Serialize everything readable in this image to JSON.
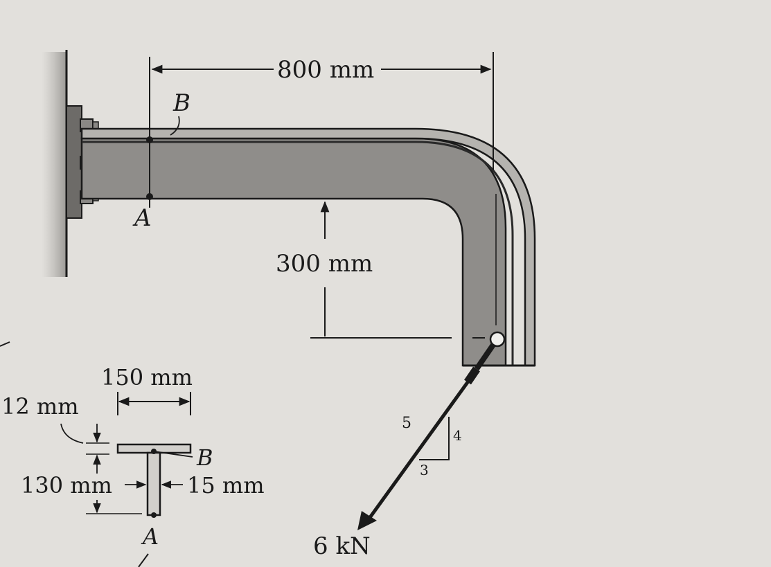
{
  "diagram": {
    "dims": {
      "horizontal_span": "800 mm",
      "vertical_drop": "300 mm",
      "flange_width": "150 mm",
      "flange_thickness": "12 mm",
      "web_depth": "130 mm",
      "web_thickness": "15 mm"
    },
    "points": {
      "top": "B",
      "bottom": "A",
      "section_top": "B",
      "section_bottom": "A"
    },
    "load": {
      "magnitude": "6 kN",
      "slope_hyp": "5",
      "slope_vert": "4",
      "slope_horiz": "3"
    },
    "colors": {
      "paper": "#e2e0dc",
      "beam": "#8f8d8a",
      "ink": "#1a1a1a"
    }
  }
}
